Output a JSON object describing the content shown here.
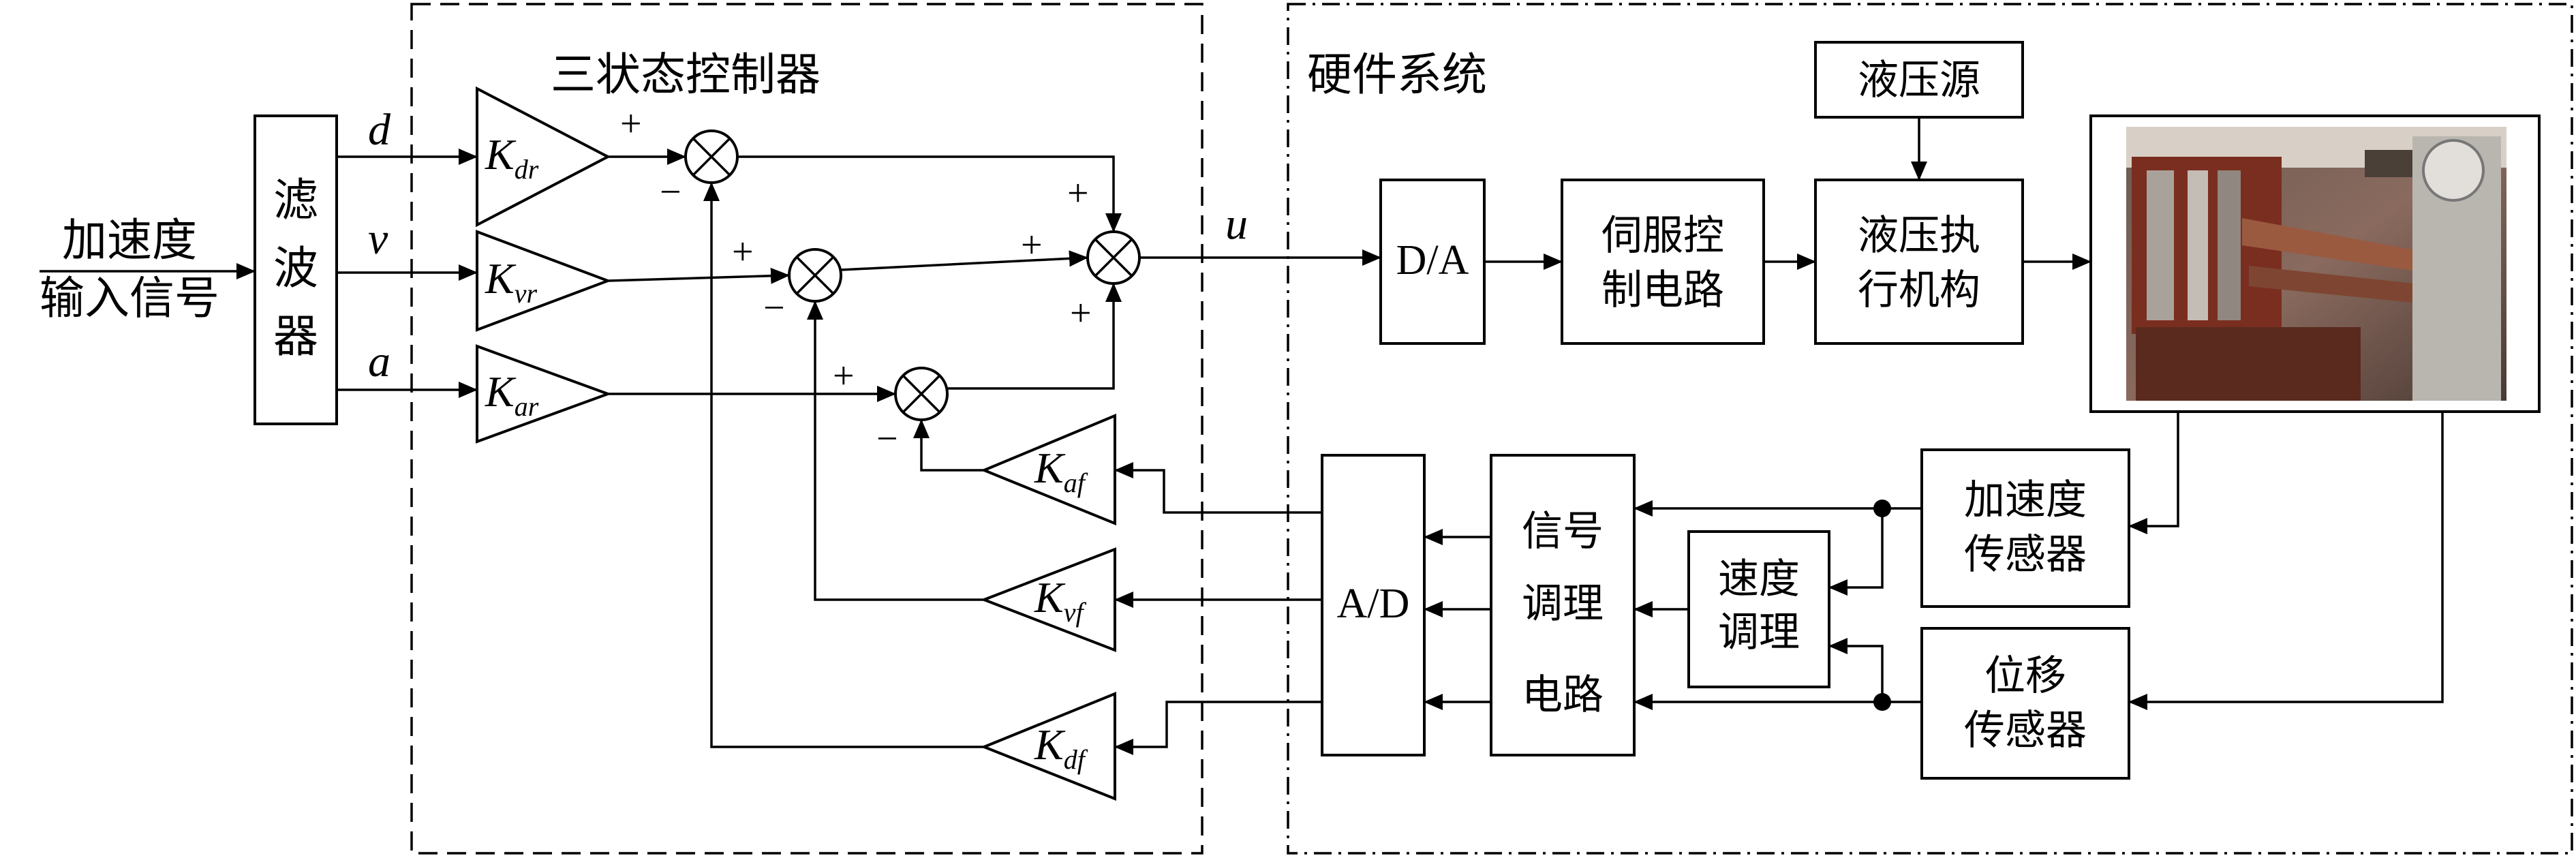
{
  "input": {
    "line1": "加速度",
    "line2": "输入信号"
  },
  "filter": {
    "chars": [
      "滤",
      "波",
      "器"
    ]
  },
  "signals": {
    "d": "d",
    "v": "v",
    "a": "a",
    "u": "u"
  },
  "controller": {
    "title": "三状态控制器"
  },
  "hardware": {
    "title": "硬件系统"
  },
  "gains": {
    "kdr": {
      "main": "K",
      "sub": "dr"
    },
    "kvr": {
      "main": "K",
      "sub": "vr"
    },
    "kar": {
      "main": "K",
      "sub": "ar"
    },
    "kaf": {
      "main": "K",
      "sub": "af"
    },
    "kvf": {
      "main": "K",
      "sub": "vf"
    },
    "kdf": {
      "main": "K",
      "sub": "df"
    }
  },
  "signs": {
    "plus": "+",
    "minus": "−"
  },
  "blocks": {
    "da": "D/A",
    "servo": [
      "伺服控",
      "制电路"
    ],
    "hydraulic_source": "液压源",
    "actuator": [
      "液压执",
      "行机构"
    ],
    "ad": "A/D",
    "signal_cond": [
      "信号",
      "调理",
      "电路"
    ],
    "speed_cond": [
      "速度",
      "调理"
    ],
    "accel_sensor": [
      "加速度",
      "传感器"
    ],
    "disp_sensor": [
      "位移",
      "传感器"
    ]
  }
}
